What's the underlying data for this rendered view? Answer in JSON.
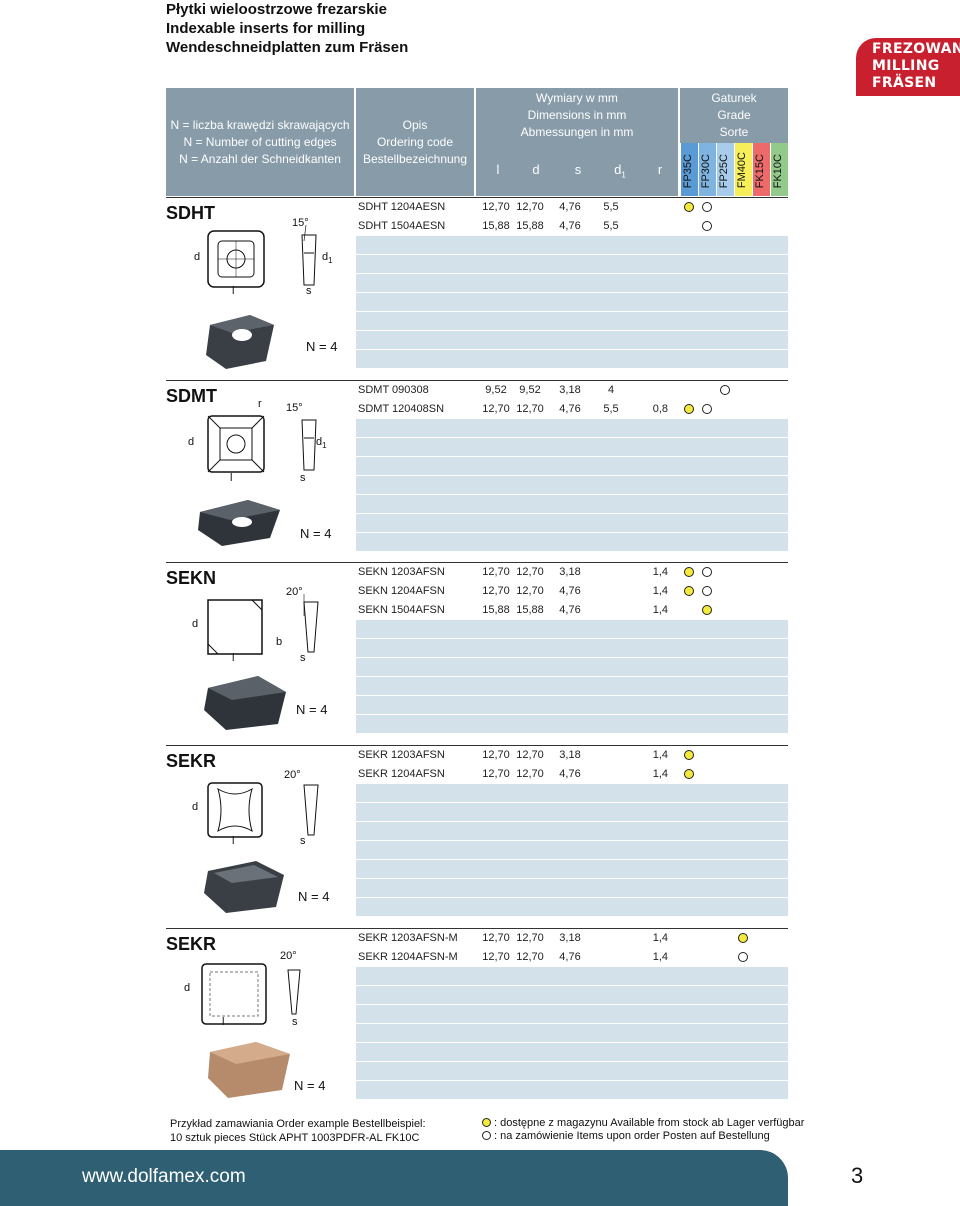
{
  "title": {
    "pl": "Płytki wieloostrzowe frezarskie",
    "en": "Indexable inserts for milling",
    "de": "Wendeschneidplatten zum Fräsen"
  },
  "badge": {
    "line1": "FREZOWANIE",
    "line2": "MILLING",
    "line3": "FRÄSEN"
  },
  "header": {
    "legend": [
      "N = liczba krawędzi skrawających",
      "N = Number of cutting edges",
      "N = Anzahl der Schneidkanten"
    ],
    "desc": [
      "Opis",
      "Ordering code",
      "Bestellbezeichnung"
    ],
    "dims": [
      "Wymiary w mm",
      "Dimensions in mm",
      "Abmessungen in mm"
    ],
    "dim_cols": {
      "l": "l",
      "d": "d",
      "s": "s",
      "d1": "d",
      "d1_sub": "1",
      "r": "r"
    },
    "grade": [
      "Gatunek",
      "Grade",
      "Sorte"
    ],
    "grades": [
      {
        "name": "FP35C",
        "color": "#5b9bd5"
      },
      {
        "name": "FP30C",
        "color": "#7fb4e0"
      },
      {
        "name": "FP25C",
        "color": "#a8cdec"
      },
      {
        "name": "FM40C",
        "color": "#f7ef5a"
      },
      {
        "name": "FK15C",
        "color": "#ec6a6a"
      },
      {
        "name": "FK10C",
        "color": "#93c98a"
      }
    ]
  },
  "sections": [
    {
      "name": "SDHT",
      "n_label": "N = 4",
      "angle": "15°",
      "labels": {
        "d": "d",
        "l": "l",
        "s": "s",
        "d1": "d",
        "d1_sub": "1"
      },
      "rows": [
        {
          "code": "SDHT 1204AESN",
          "l": "12,70",
          "d": "12,70",
          "s": "4,76",
          "d1": "5,5",
          "r": "",
          "avail": [
            "stock",
            "order"
          ]
        },
        {
          "code": "SDHT 1504AESN",
          "l": "15,88",
          "d": "15,88",
          "s": "4,76",
          "d1": "5,5",
          "r": "",
          "avail": [
            "",
            "order"
          ]
        }
      ]
    },
    {
      "name": "SDMT",
      "n_label": "N = 4",
      "angle": "15°",
      "labels": {
        "d": "d",
        "l": "l",
        "s": "s",
        "d1": "d",
        "d1_sub": "1",
        "r": "r"
      },
      "rows": [
        {
          "code": "SDMT 090308",
          "l": "9,52",
          "d": "9,52",
          "s": "3,18",
          "d1": "4",
          "r": "",
          "avail": [
            "",
            "",
            "order"
          ]
        },
        {
          "code": "SDMT 120408SN",
          "l": "12,70",
          "d": "12,70",
          "s": "4,76",
          "d1": "5,5",
          "r": "0,8",
          "avail": [
            "stock",
            "order"
          ]
        }
      ]
    },
    {
      "name": "SEKN",
      "n_label": "N = 4",
      "angle": "20°",
      "labels": {
        "d": "d",
        "l": "l",
        "s": "s",
        "b": "b"
      },
      "rows": [
        {
          "code": "SEKN 1203AFSN",
          "l": "12,70",
          "d": "12,70",
          "s": "3,18",
          "d1": "",
          "r": "1,4",
          "avail": [
            "stock",
            "order"
          ]
        },
        {
          "code": "SEKN 1204AFSN",
          "l": "12,70",
          "d": "12,70",
          "s": "4,76",
          "d1": "",
          "r": "1,4",
          "avail": [
            "stock",
            "order"
          ]
        },
        {
          "code": "SEKN 1504AFSN",
          "l": "15,88",
          "d": "15,88",
          "s": "4,76",
          "d1": "",
          "r": "1,4",
          "avail": [
            "",
            "stock"
          ]
        }
      ]
    },
    {
      "name": "SEKR",
      "n_label": "N = 4",
      "angle": "20°",
      "labels": {
        "d": "d",
        "l": "l",
        "s": "s"
      },
      "rows": [
        {
          "code": "SEKR 1203AFSN",
          "l": "12,70",
          "d": "12,70",
          "s": "3,18",
          "d1": "",
          "r": "1,4",
          "avail": [
            "stock"
          ]
        },
        {
          "code": "SEKR 1204AFSN",
          "l": "12,70",
          "d": "12,70",
          "s": "4,76",
          "d1": "",
          "r": "1,4",
          "avail": [
            "stock"
          ]
        }
      ]
    },
    {
      "name": "SEKR",
      "n_label": "N = 4",
      "angle": "20°",
      "labels": {
        "d": "d",
        "l": "l",
        "s": "s"
      },
      "rows": [
        {
          "code": "SEKR 1203AFSN-M",
          "l": "12,70",
          "d": "12,70",
          "s": "3,18",
          "d1": "",
          "r": "1,4",
          "avail": [
            "",
            "",
            "",
            "stock"
          ]
        },
        {
          "code": "SEKR 1204AFSN-M",
          "l": "12,70",
          "d": "12,70",
          "s": "4,76",
          "d1": "",
          "r": "1,4",
          "avail": [
            "",
            "",
            "",
            "order"
          ]
        }
      ]
    }
  ],
  "footer": {
    "example_1": "Przykład zamawiania Order example Bestellbeispiel:",
    "example_2": "10 sztuk pieces Stück APHT 1003PDFR-AL FK10C",
    "legend_stock": ": dostępne z magazynu Available from stock ab Lager verfügbar",
    "legend_order": ": na zamówienie Items upon order Posten auf Bestellung",
    "url": "www.dolfamex.com",
    "page_number": "3"
  },
  "colors": {
    "header_bg": "#879ba8",
    "row_blank": "#d3e1ea",
    "bottom_bar": "#2e5f73",
    "badge": "#c8202f",
    "stock_dot": "#f4ea3a"
  }
}
